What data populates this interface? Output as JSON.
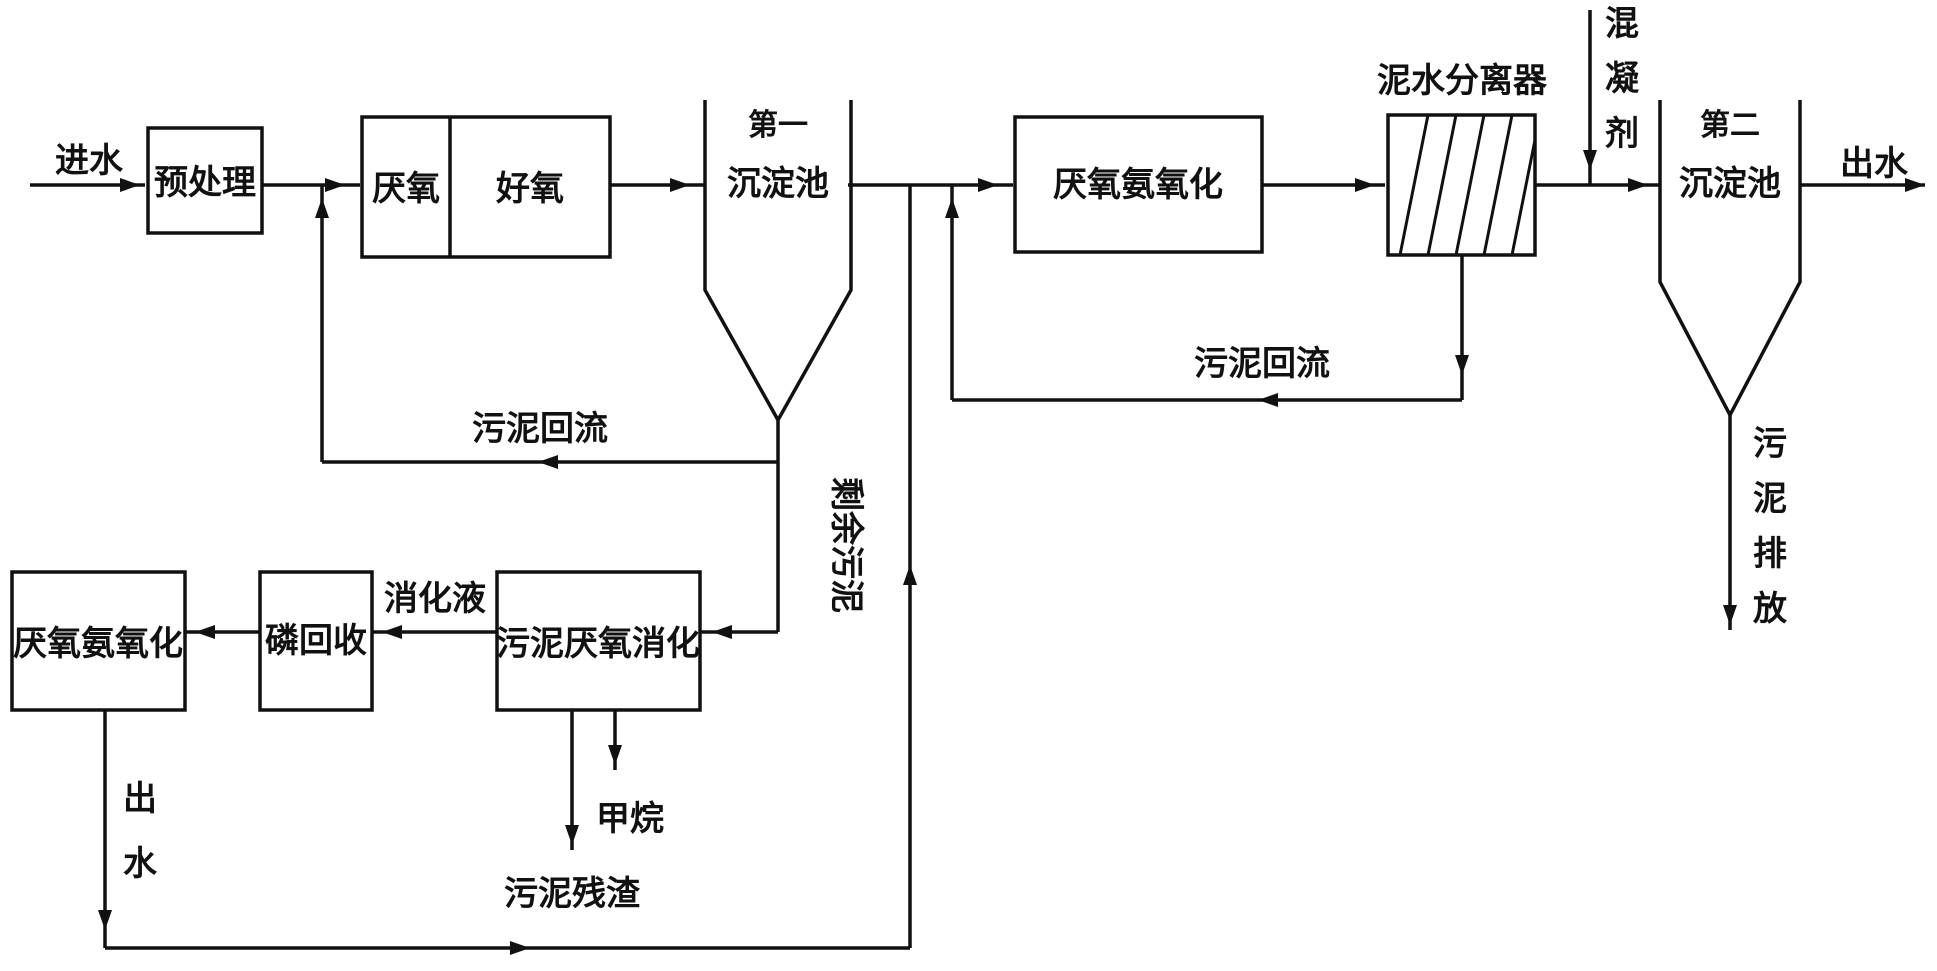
{
  "flow": {
    "inlet": "进水",
    "pretreatment": "预处理",
    "anaerobic": "厌氧",
    "aerobic": "好氧",
    "first_clarifier_line1": "第一",
    "first_clarifier_line2": "沉淀池",
    "anammox_main": "厌氧氨氧化",
    "separator": "泥水分离器",
    "coagulant": [
      "混",
      "凝",
      "剂"
    ],
    "second_clarifier_line1": "第二",
    "second_clarifier_line2": "沉淀池",
    "outlet": "出水",
    "sludge_return_1": "污泥回流",
    "sludge_return_2": "污泥回流",
    "sludge_discharge": [
      "污",
      "泥",
      "排",
      "放"
    ],
    "excess_sludge": "剩余污泥"
  },
  "side": {
    "anammox_side": "厌氧氨氧化",
    "phosphorus_recovery": "磷回收",
    "digestate": "消化液",
    "digester": "污泥厌氧消化",
    "methane": "甲烷",
    "residue": "污泥残渣",
    "side_outlet": [
      "出",
      "水"
    ]
  }
}
